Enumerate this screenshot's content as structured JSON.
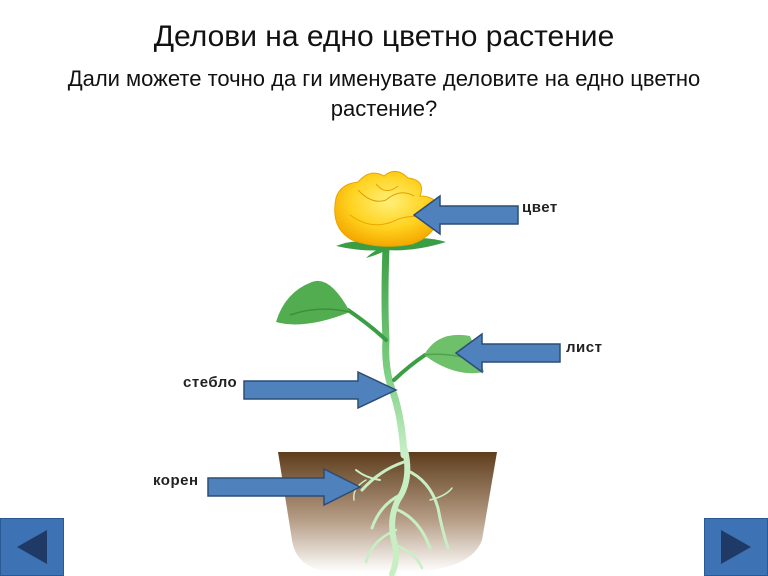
{
  "slide": {
    "title": "Делови на едно цветно растение",
    "subtitle": "Дали можете точно да ги именувате деловите на едно цветно растение?"
  },
  "labels": {
    "flower": "цвет",
    "leaf": "лист",
    "stem": "стебло",
    "root": "корен"
  },
  "navigation": {
    "previous_icon": "left-triangle-icon",
    "next_icon": "right-triangle-icon"
  },
  "colors": {
    "arrow_fill": "#4f81bd",
    "arrow_border": "#2c4d75",
    "nav_button": "#3d72b4",
    "nav_arrow": "#1f3a66",
    "leaf_green": "#4caf50",
    "flower_yellow": "#ffc61a",
    "soil_brown": "#6b4a2b"
  }
}
